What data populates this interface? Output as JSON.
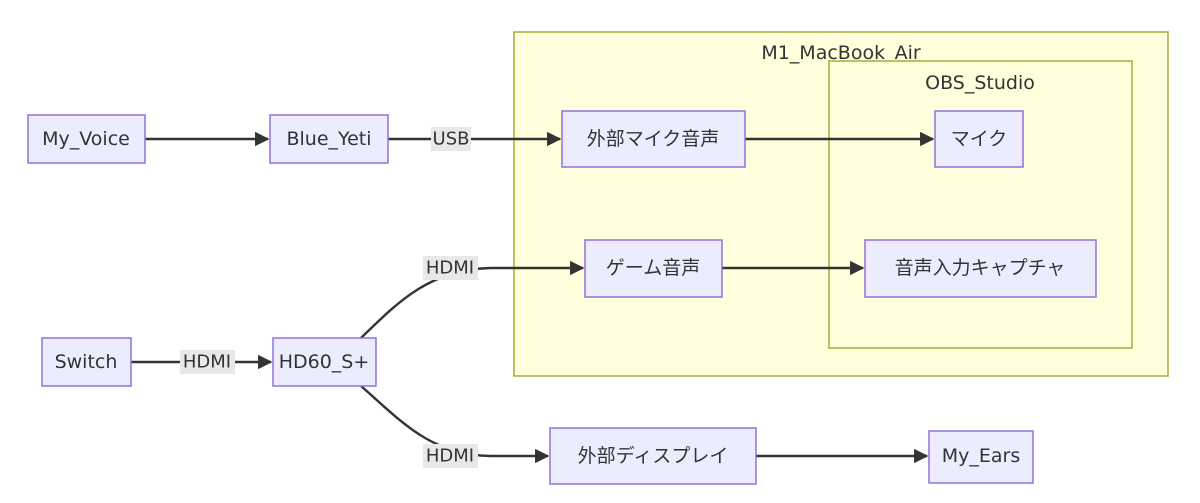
{
  "diagram": {
    "type": "flowchart-LR",
    "clusters": [
      {
        "id": "M1_MacBook_Air",
        "title": "M1_MacBook_Air"
      },
      {
        "id": "OBS_Studio",
        "title": "OBS_Studio",
        "parent": "M1_MacBook_Air"
      }
    ],
    "nodes": [
      {
        "id": "My_Voice",
        "label": "My_Voice"
      },
      {
        "id": "Blue_Yeti",
        "label": "Blue_Yeti"
      },
      {
        "id": "ext_mic",
        "label": "外部マイク音声",
        "cluster": "M1_MacBook_Air"
      },
      {
        "id": "mic",
        "label": "マイク",
        "cluster": "OBS_Studio"
      },
      {
        "id": "game_audio",
        "label": "ゲーム音声",
        "cluster": "M1_MacBook_Air"
      },
      {
        "id": "audio_capture",
        "label": "音声入力キャプチャ",
        "cluster": "OBS_Studio"
      },
      {
        "id": "Switch",
        "label": "Switch"
      },
      {
        "id": "HD60_S",
        "label": "HD60_S+"
      },
      {
        "id": "ext_display",
        "label": "外部ディスプレイ"
      },
      {
        "id": "My_Ears",
        "label": "My_Ears"
      }
    ],
    "edges": [
      {
        "from": "My_Voice",
        "to": "Blue_Yeti",
        "label": ""
      },
      {
        "from": "Blue_Yeti",
        "to": "ext_mic",
        "label": "USB"
      },
      {
        "from": "ext_mic",
        "to": "mic",
        "label": ""
      },
      {
        "from": "Switch",
        "to": "HD60_S",
        "label": "HDMI"
      },
      {
        "from": "HD60_S",
        "to": "game_audio",
        "label": "HDMI"
      },
      {
        "from": "game_audio",
        "to": "audio_capture",
        "label": ""
      },
      {
        "from": "HD60_S",
        "to": "ext_display",
        "label": "HDMI"
      },
      {
        "from": "ext_display",
        "to": "My_Ears",
        "label": ""
      }
    ]
  },
  "colors": {
    "node_fill": "#ececff",
    "node_stroke": "#9370db",
    "cluster_fill": "#ffffde",
    "cluster_stroke": "#aaaa33",
    "edge": "#333333",
    "edge_label_bg": "#e8e8e8",
    "text": "#333333"
  }
}
